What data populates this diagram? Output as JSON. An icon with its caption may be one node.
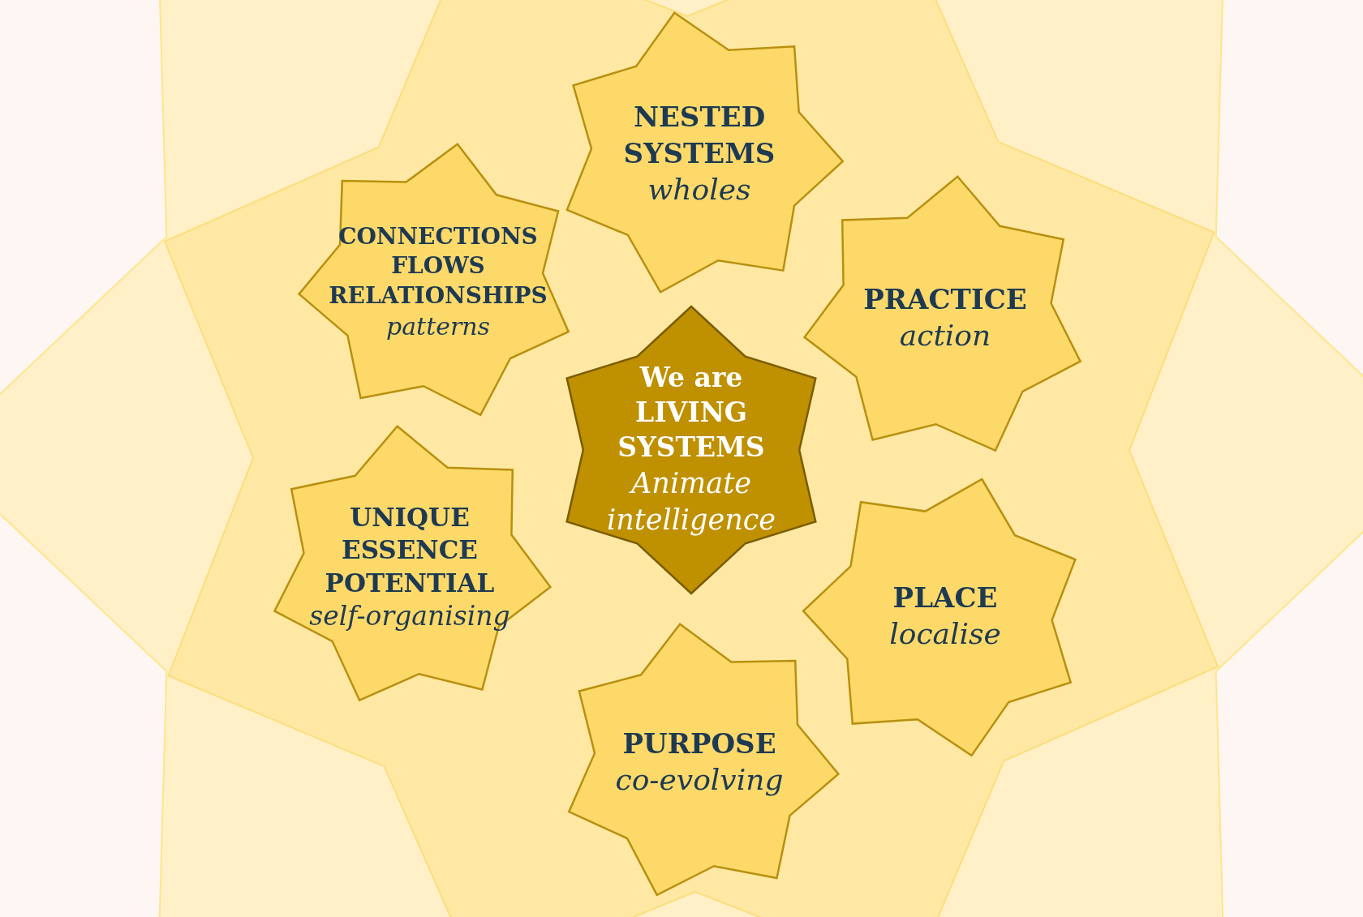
{
  "diagram": {
    "nodes": [
      {
        "text": [
          "NESTED SYSTEMS",
          "wholes"
        ]
      },
      {
        "text": [
          "CONNECTIONS FLOWS RELATIONSHIPS",
          "patterns"
        ]
      },
      {
        "text": [
          "PRACTICE",
          "action"
        ]
      },
      {
        "text": [
          "We are LIVING SYSTEMS",
          "Animate intelligence"
        ]
      },
      {
        "text": [
          "UNIQUE ESSENCE POTENTIAL",
          "self-organising"
        ]
      },
      {
        "text": [
          "PLACE",
          "localise"
        ]
      },
      {
        "text": [
          "PURPOSE",
          "co-evolving"
        ]
      }
    ]
  }
}
